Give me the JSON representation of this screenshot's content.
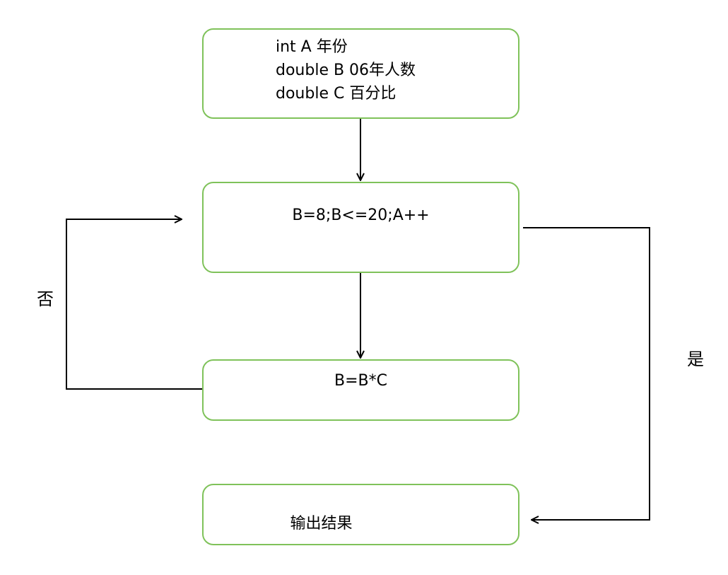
{
  "nodes": {
    "declarations": {
      "lines": [
        "int A 年份",
        "double B 06年人数",
        "double C 百分比"
      ]
    },
    "loop": {
      "text": "B=8;B<=20;A++"
    },
    "calc": {
      "text": "B=B*C"
    },
    "output": {
      "text": "输出结果"
    }
  },
  "edges": {
    "no_label": "否",
    "yes_label": "是"
  },
  "colors": {
    "box_border": "#7fc25a",
    "line": "#000000"
  }
}
